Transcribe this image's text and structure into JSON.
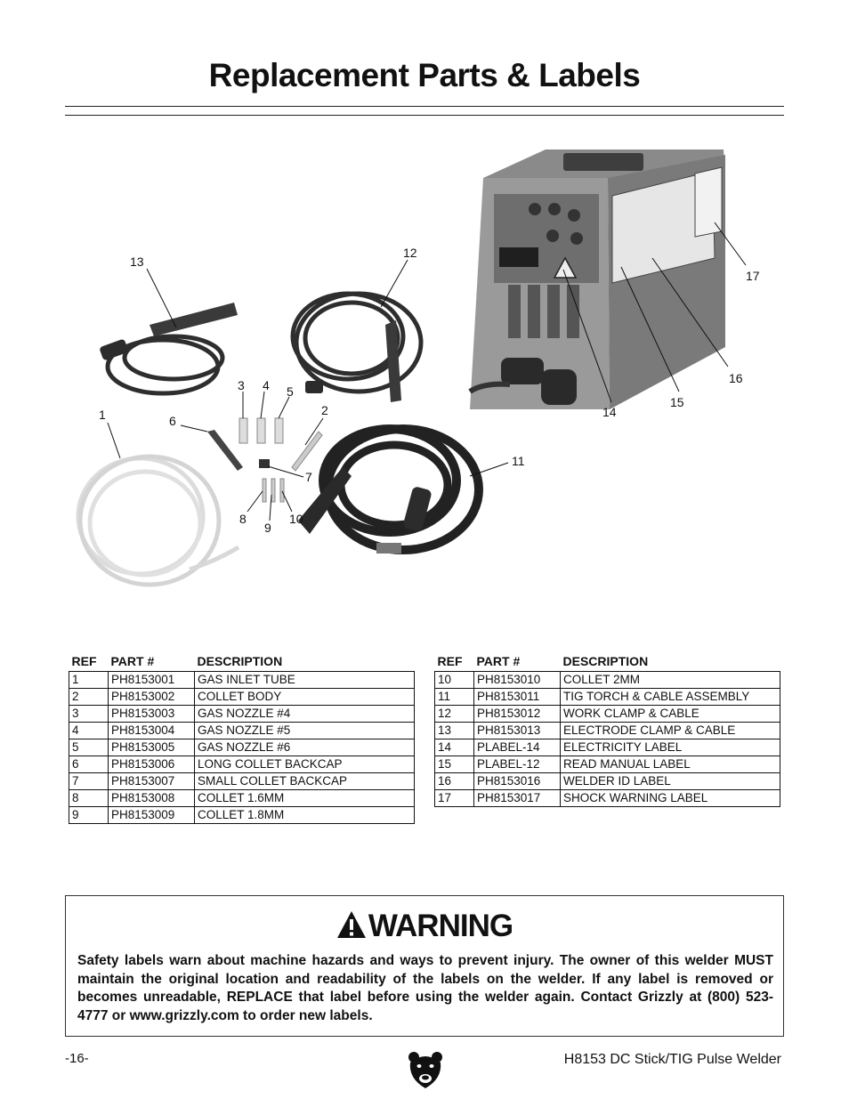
{
  "page": {
    "title": "Replacement Parts & Labels",
    "page_number": "-16-",
    "footer_title": "H8153 DC Stick/TIG Pulse Welder"
  },
  "figure": {
    "callouts": [
      "1",
      "2",
      "3",
      "4",
      "5",
      "6",
      "7",
      "8",
      "9",
      "10",
      "11",
      "12",
      "13",
      "14",
      "15",
      "16",
      "17"
    ]
  },
  "tables": {
    "headers": [
      "REF",
      "PART #",
      "DESCRIPTION"
    ],
    "left_rows": [
      [
        "1",
        "PH8153001",
        "GAS INLET TUBE"
      ],
      [
        "2",
        "PH8153002",
        "COLLET BODY"
      ],
      [
        "3",
        "PH8153003",
        "GAS NOZZLE #4"
      ],
      [
        "4",
        "PH8153004",
        "GAS NOZZLE #5"
      ],
      [
        "5",
        "PH8153005",
        "GAS NOZZLE #6"
      ],
      [
        "6",
        "PH8153006",
        "LONG COLLET BACKCAP"
      ],
      [
        "7",
        "PH8153007",
        "SMALL COLLET BACKCAP"
      ],
      [
        "8",
        "PH8153008",
        "COLLET 1.6MM"
      ],
      [
        "9",
        "PH8153009",
        "COLLET 1.8MM"
      ]
    ],
    "right_rows": [
      [
        "10",
        "PH8153010",
        "COLLET 2MM"
      ],
      [
        "11",
        "PH8153011",
        "TIG TORCH & CABLE ASSEMBLY"
      ],
      [
        "12",
        "PH8153012",
        "WORK CLAMP & CABLE"
      ],
      [
        "13",
        "PH8153013",
        "ELECTRODE CLAMP & CABLE"
      ],
      [
        "14",
        "PLABEL-14",
        "ELECTRICITY LABEL"
      ],
      [
        "15",
        "PLABEL-12",
        "READ MANUAL LABEL"
      ],
      [
        "16",
        "PH8153016",
        "WELDER ID LABEL"
      ],
      [
        "17",
        "PH8153017",
        "SHOCK WARNING LABEL"
      ]
    ]
  },
  "warning": {
    "heading": "WARNING",
    "text": "Safety labels warn about machine hazards and ways to prevent injury. The owner of this welder MUST maintain the original location and readability of the labels on the welder. If any label is removed or becomes unreadable, REPLACE that label before using the welder again. Contact Grizzly at (800) 523-4777 or www.grizzly.com to order new labels."
  }
}
